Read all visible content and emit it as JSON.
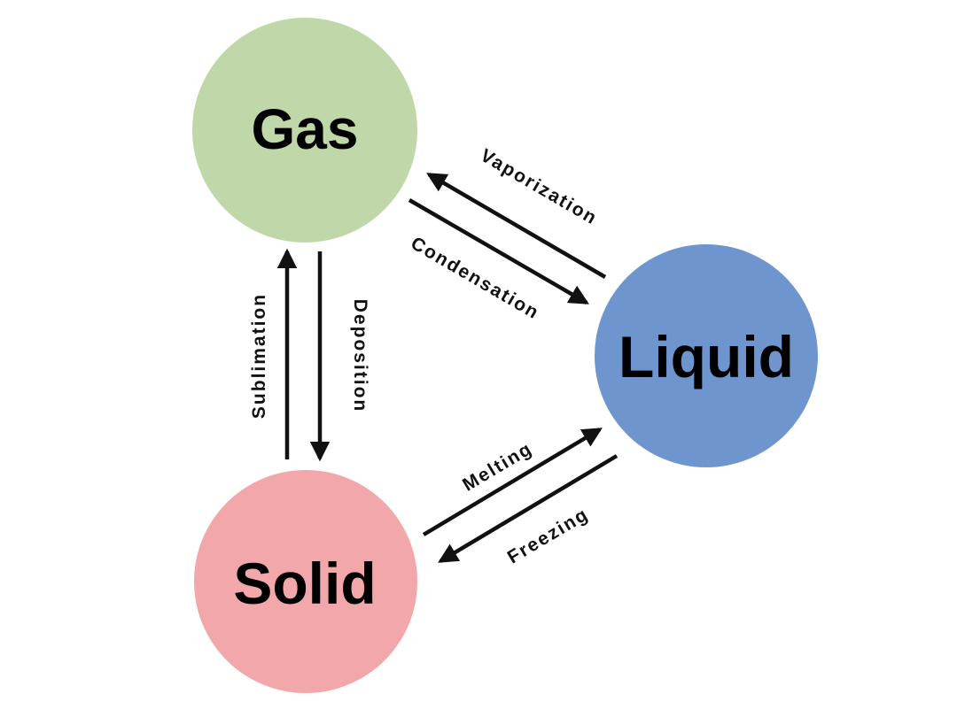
{
  "states": {
    "gas": {
      "label": "Gas",
      "color": "#c0d8a9"
    },
    "liquid": {
      "label": "Liquid",
      "color": "#6f95cf"
    },
    "solid": {
      "label": "Solid",
      "color": "#f2a8aa"
    }
  },
  "transitions": {
    "vaporization": "Vaporization",
    "condensation": "Condensation",
    "sublimation": "Sublimation",
    "deposition": "Deposition",
    "melting": "Melting",
    "freezing": "Freezing"
  }
}
